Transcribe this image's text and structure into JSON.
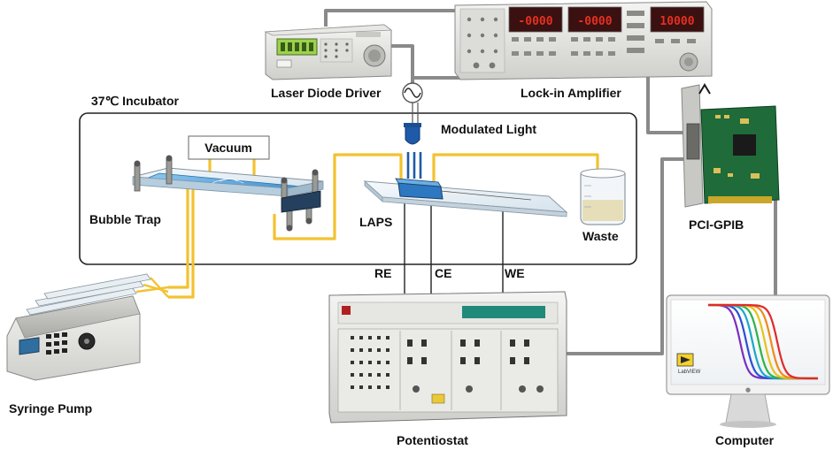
{
  "labels": {
    "incubator": "37℃ Incubator",
    "laser_driver": "Laser Diode Driver",
    "lock_in": "Lock-in Amplifier",
    "modulated_light": "Modulated Light",
    "vacuum": "Vacuum",
    "bubble_trap": "Bubble Trap",
    "laps": "LAPS",
    "waste": "Waste",
    "pci_gpib": "PCI-GPIB",
    "re": "RE",
    "ce": "CE",
    "we": "WE",
    "syringe_pump": "Syringe Pump",
    "potentiostat": "Potentiostat",
    "computer": "Computer",
    "labview": "LabVIEW"
  },
  "displays": {
    "lockin_1": "-0000",
    "lockin_2": "-0000",
    "lockin_3": "10000"
  },
  "colors": {
    "tubing": "#f2c230",
    "cable": "#8a8a8a",
    "wire": "#222222",
    "led": "#1e5aa8",
    "display_red": "#e53020",
    "display_green": "#9bd24a",
    "pcb": "#1f6b3a"
  },
  "curve_colors": [
    "#7b2fbf",
    "#2a4fd8",
    "#1aa7c9",
    "#2fb34a",
    "#e8c21c",
    "#f08a1c",
    "#e02a2a"
  ]
}
